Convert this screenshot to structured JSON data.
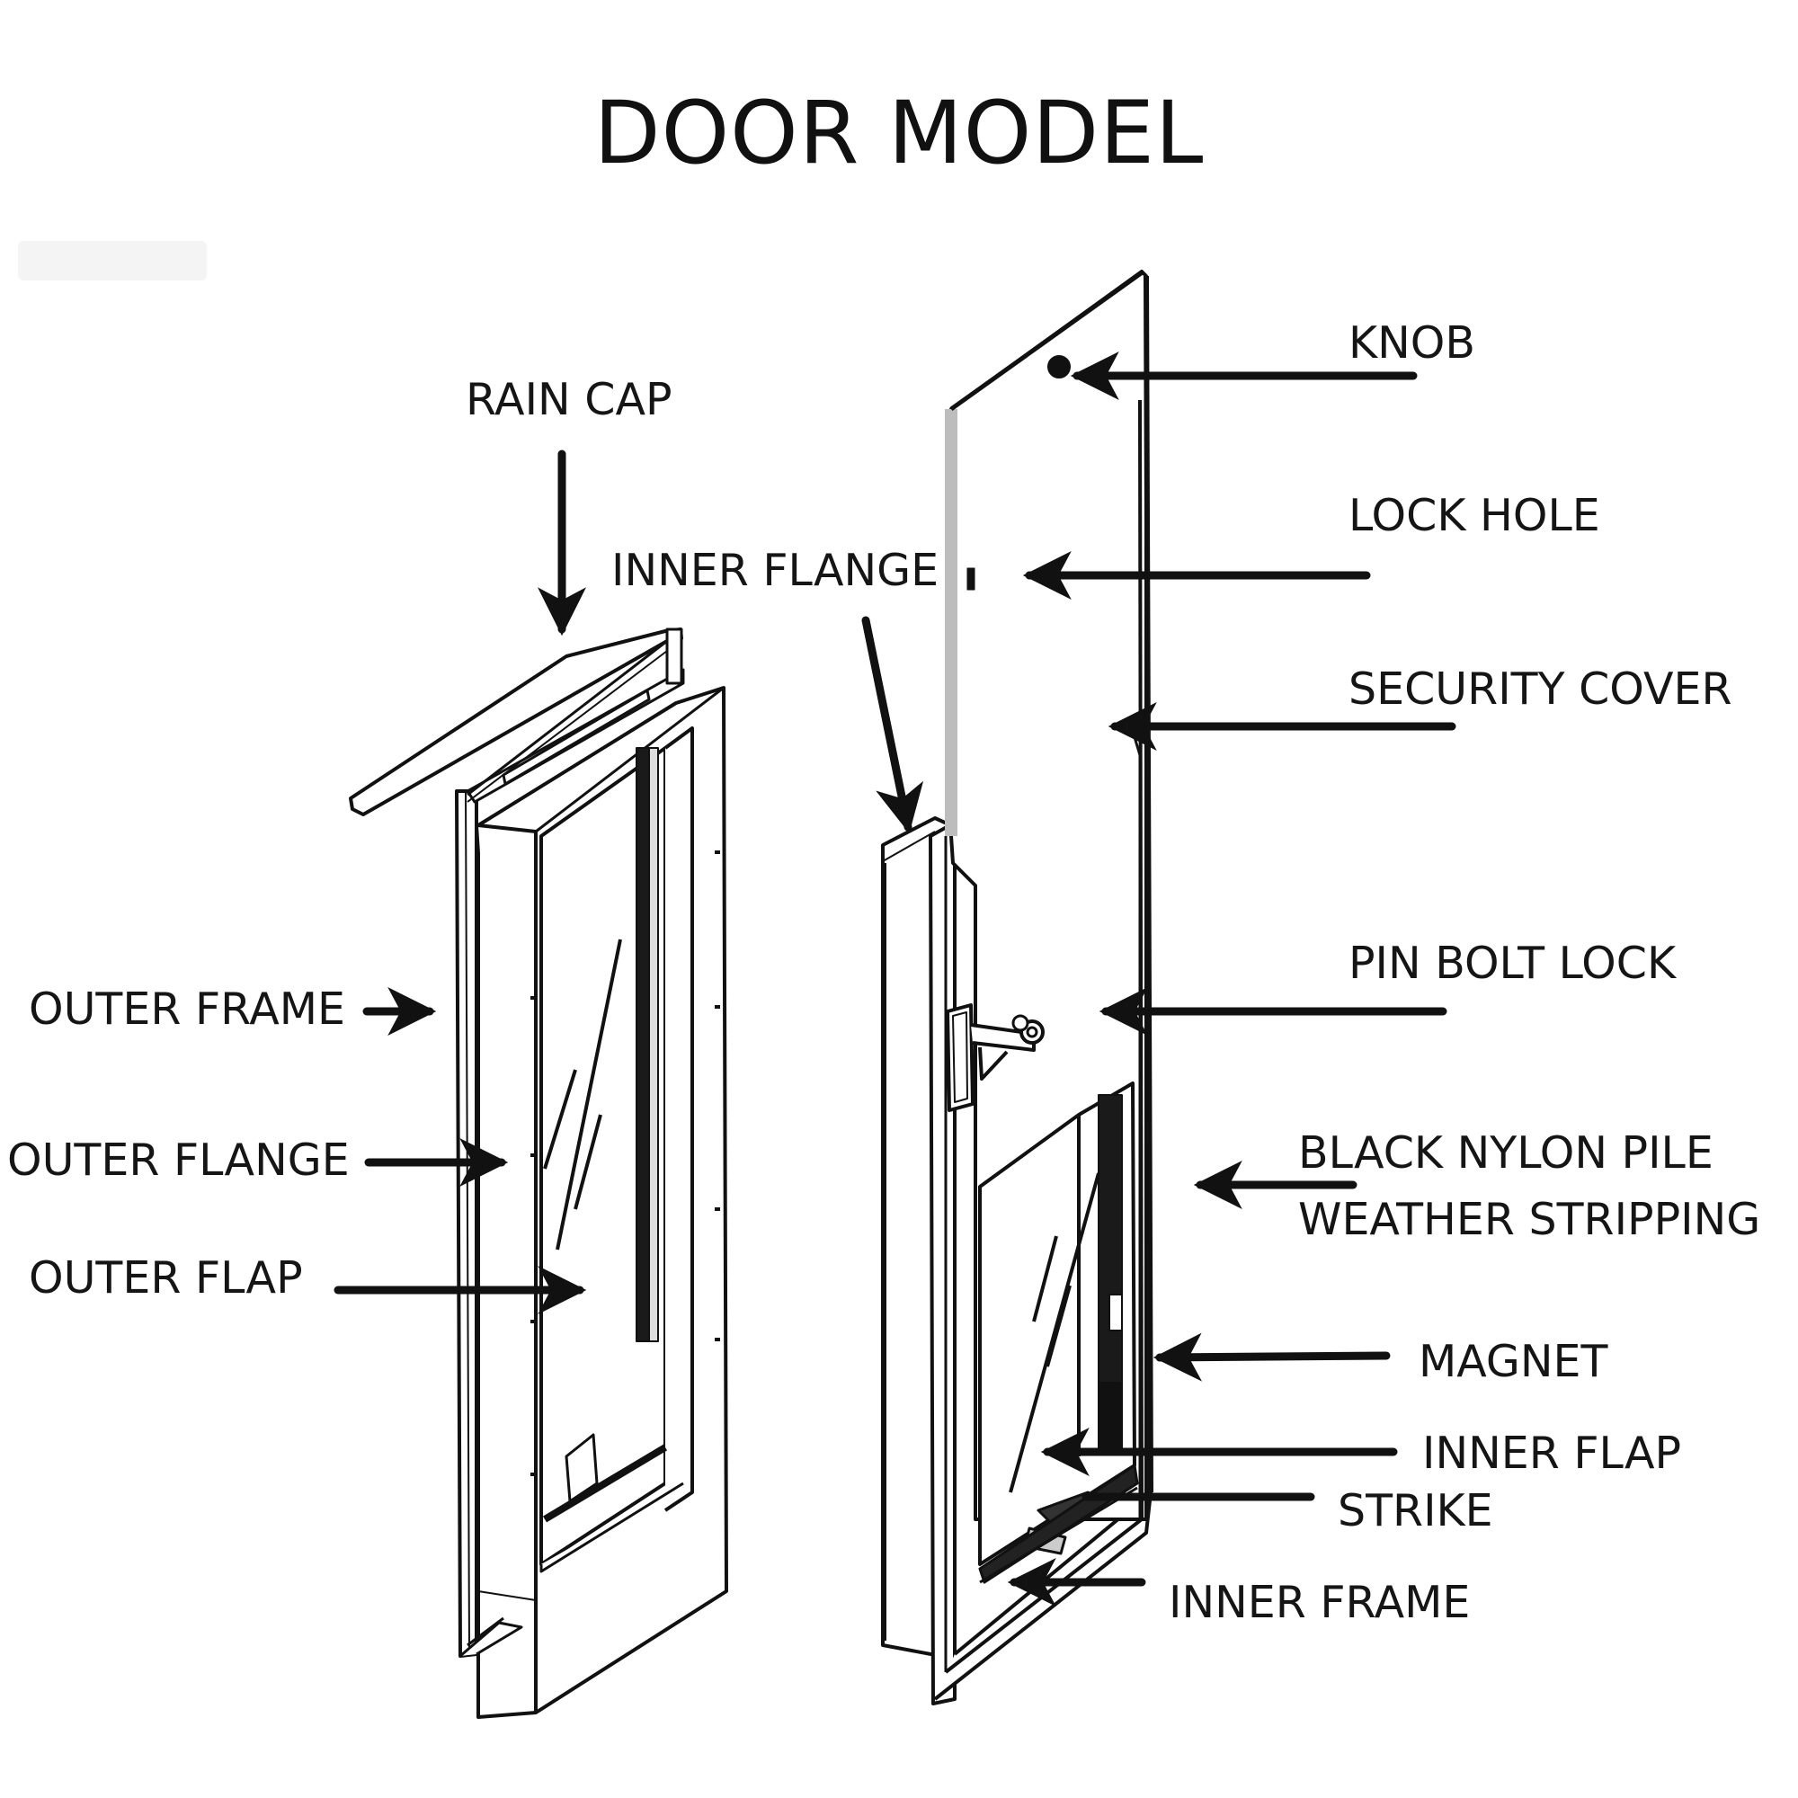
{
  "title": "DOOR MODEL",
  "labels": {
    "rain_cap": "RAIN CAP",
    "outer_frame": "OUTER FRAME",
    "outer_flange": "OUTER FLANGE",
    "outer_flap": "OUTER FLAP",
    "inner_flange": "INNER FLANGE",
    "knob": "KNOB",
    "lock_hole": "LOCK HOLE",
    "security_cover": "SECURITY COVER",
    "pin_bolt_lock": "PIN BOLT LOCK",
    "weather_stripping_line1": "BLACK NYLON PILE",
    "weather_stripping_line2": "WEATHER STRIPPING",
    "magnet": "MAGNET",
    "inner_flap": "INNER FLAP",
    "strike": "STRIKE",
    "inner_frame": "INNER FRAME"
  },
  "colors": {
    "ink": "#111111",
    "panel": "#ffffff",
    "cover_edge": "#bdbdbd",
    "pile": "#1a1a1a"
  }
}
